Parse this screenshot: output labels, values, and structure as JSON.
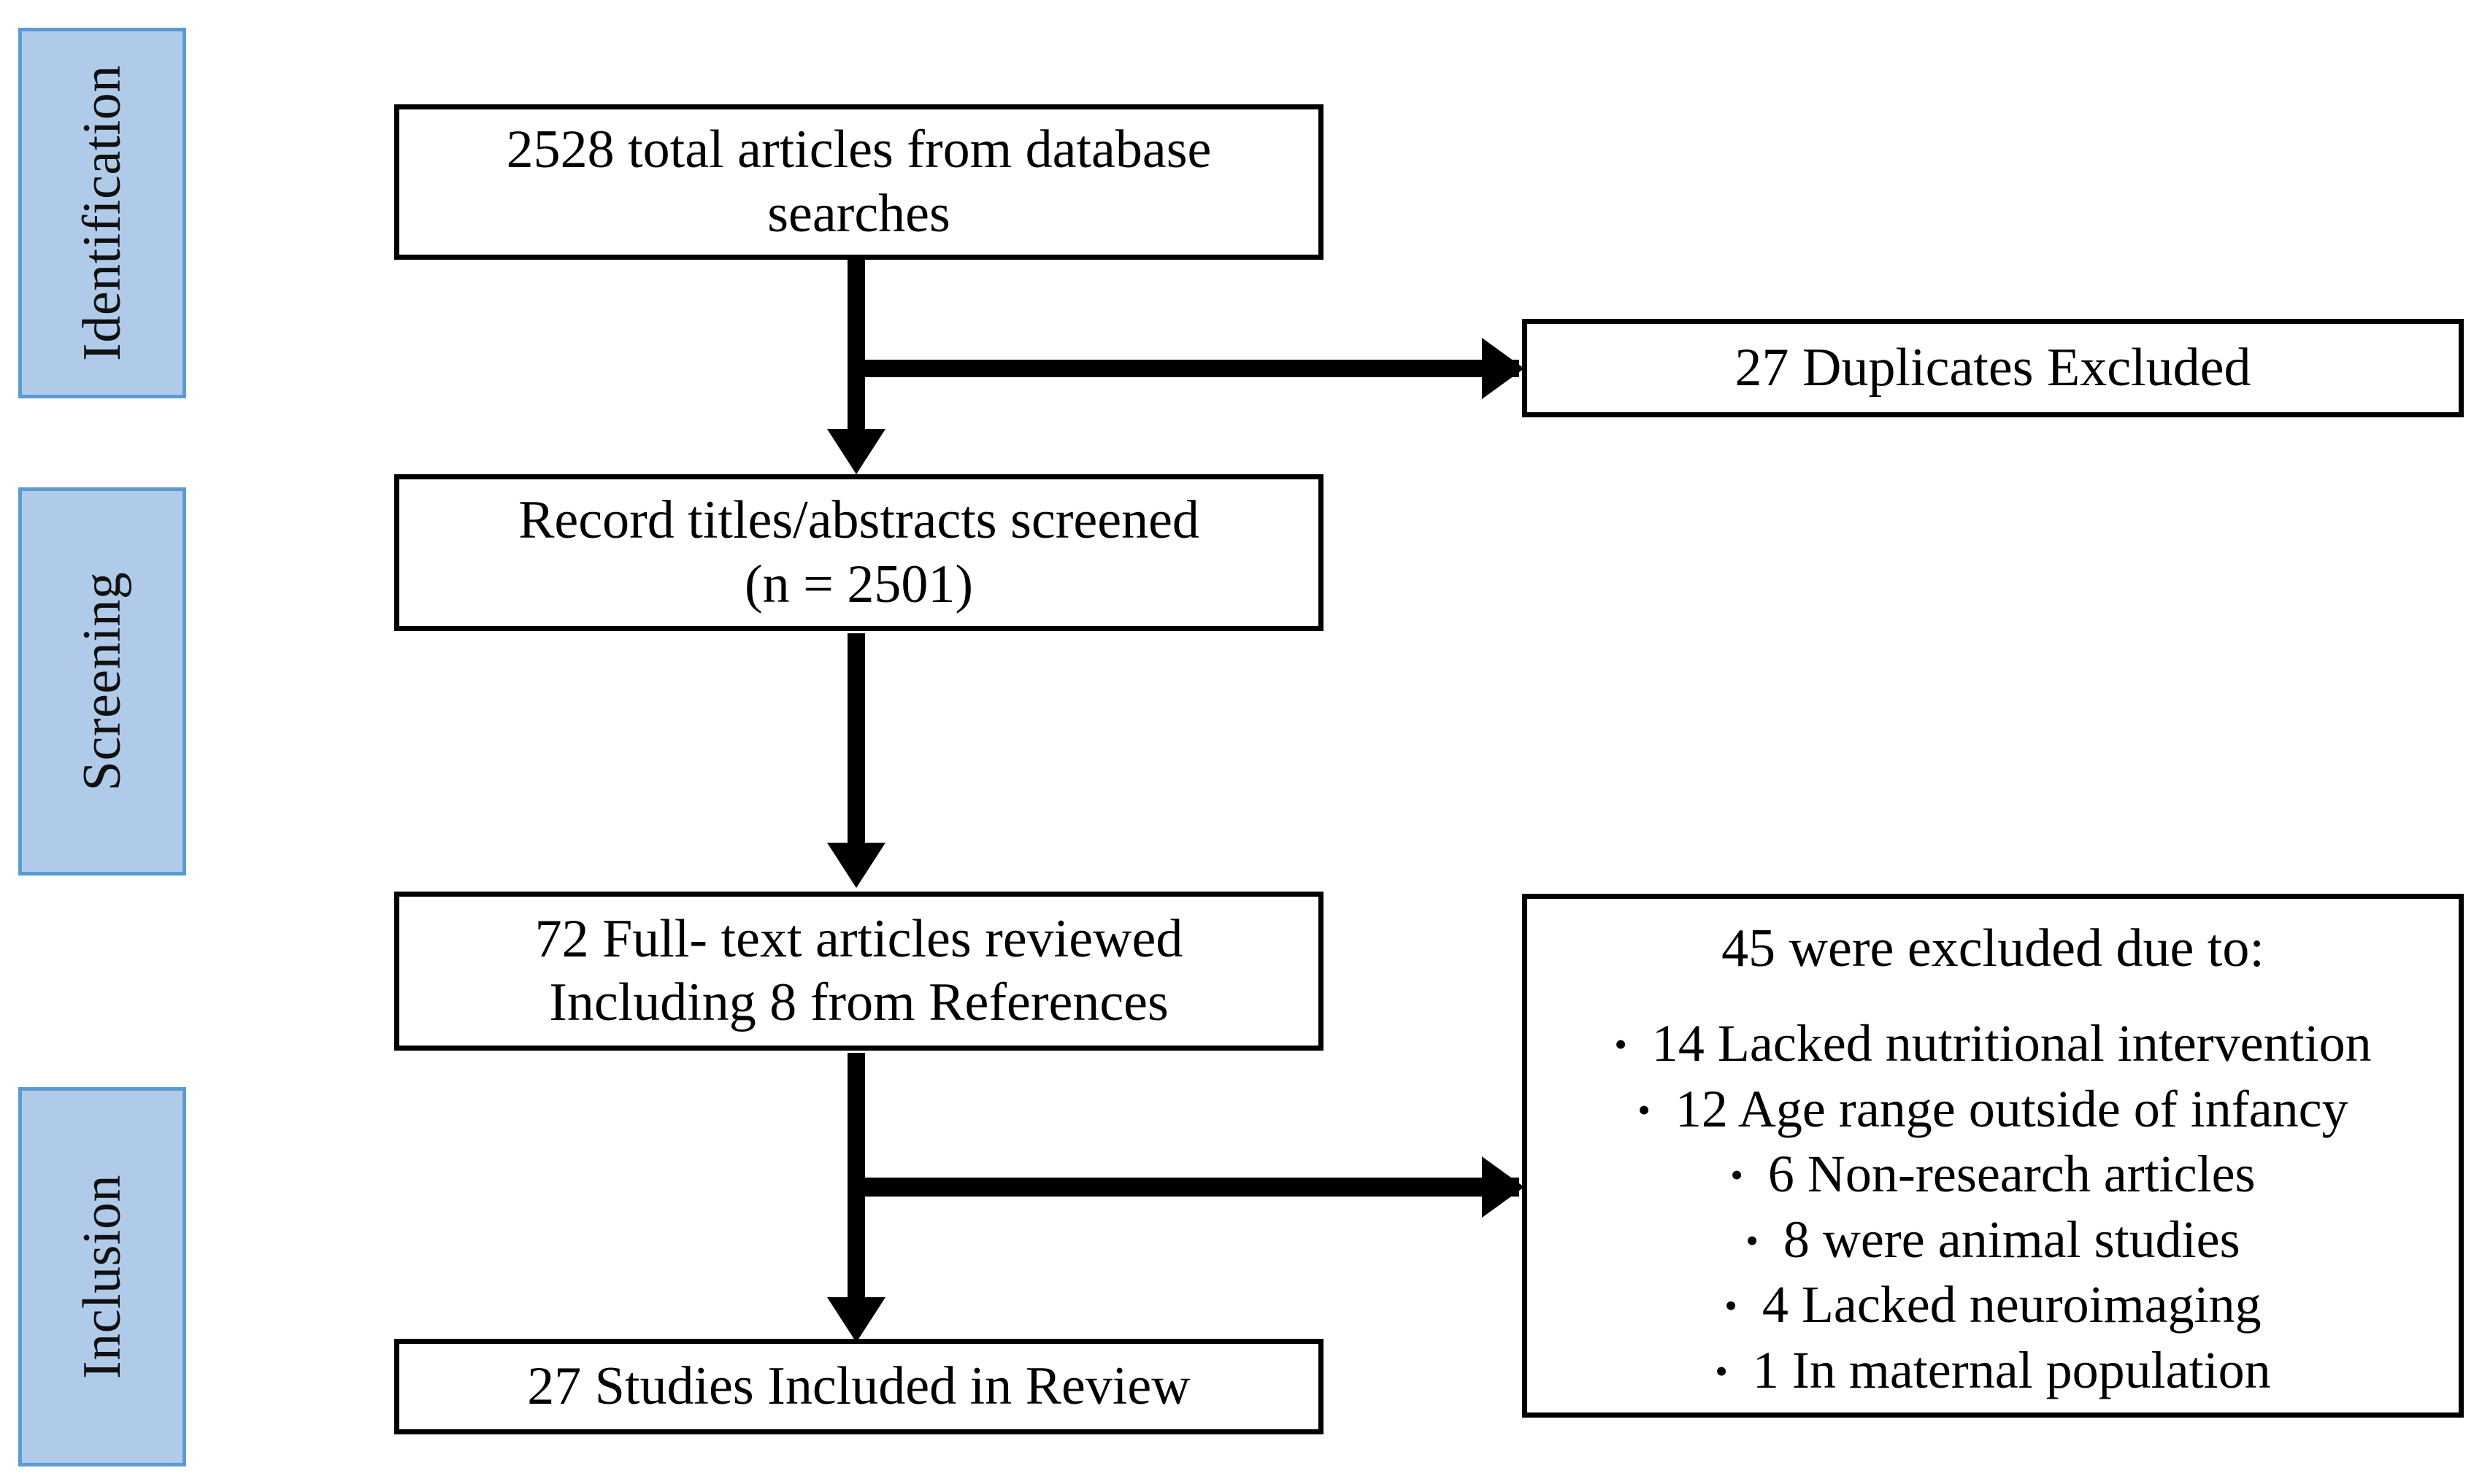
{
  "figure": {
    "type": "prisma-flow-diagram",
    "colors": {
      "stage_label_fill": "#b0cbe9",
      "stage_label_border": "#5b9bd5",
      "box_border": "#000000",
      "box_fill": "#ffffff",
      "text": "#000000"
    }
  },
  "stages": [
    {
      "label": "Identification"
    },
    {
      "label": "Screening"
    },
    {
      "label": "Inclusion"
    }
  ],
  "boxes": {
    "identified": {
      "text": "2528 total articles from database searches"
    },
    "duplicates_excluded": {
      "text": "27 Duplicates Excluded"
    },
    "screened": {
      "text": "Record titles/abstracts screened\n(n = 2501)"
    },
    "fulltext_reviewed": {
      "text": "72 Full- text articles reviewed\nIncluding 8 from References"
    },
    "included": {
      "text": "27 Studies Included in Review"
    },
    "exclusions": {
      "heading": "45 were excluded due to:",
      "bullet_glyph": "•",
      "items": [
        "14 Lacked nutritional intervention",
        "12 Age range outside of infancy",
        "6 Non-research articles",
        "8 were animal studies",
        "4 Lacked neuroimaging",
        "1 In maternal population"
      ]
    }
  }
}
